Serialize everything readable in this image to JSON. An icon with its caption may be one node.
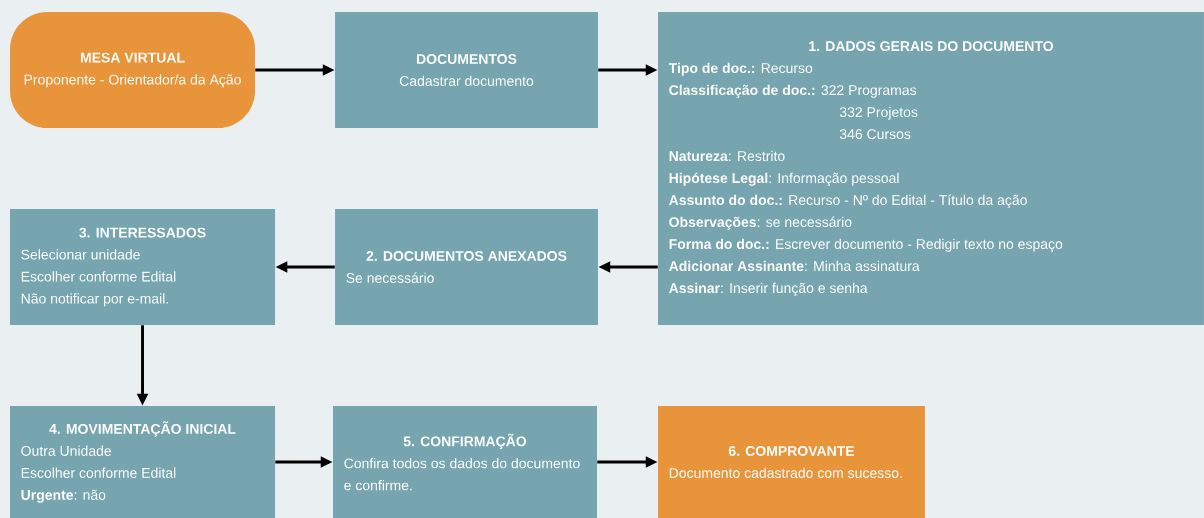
{
  "diagram": {
    "nodes": [
      {
        "text": [
          "MESA VIRTUAL",
          "Proponente - Orientador/a da Ação"
        ]
      },
      {
        "text": [
          "DOCUMENTOS",
          "Cadastrar documento"
        ]
      },
      {
        "text": [
          "1. DADOS GERAIS DO DOCUMENTO",
          "**Tipo de doc.:** Recurso",
          "**Classificação de doc.:** 322 Programas",
          "332 Projetos",
          "346 Cursos",
          "**Natureza**: Restrito",
          "**Hipótese Legal**: Informação pessoal",
          "**Assunto do doc.:** Recurso - Nº do Edital - Título da ação",
          "**Observações**: se necessário",
          "**Forma do doc.:** Escrever documento - Redigir texto no espaço",
          "**Adicionar Assinante**: Minha assinatura",
          "**Assinar**: Inserir função e senha"
        ]
      },
      {
        "text": [
          "2. DOCUMENTOS ANEXADOS",
          "Se necessário"
        ]
      },
      {
        "text": [
          "3. INTERESSADOS",
          "Selecionar unidade",
          "Escolher conforme Edital",
          "Não notificar por e-mail."
        ]
      },
      {
        "text": [
          "4. MOVIMENTAÇÃO INICIAL",
          "Outra Unidade",
          "Escolher conforme Edital",
          "**Urgente**: não"
        ]
      },
      {
        "text": [
          "5. CONFIRMAÇÃO",
          "Confira todos os dados do documento e confirme."
        ]
      },
      {
        "text": [
          "6. COMPROVANTE",
          "Documento cadastrado com sucesso."
        ]
      }
    ],
    "edges": [
      {
        "from": 0,
        "to": 1,
        "arrow": "to"
      },
      {
        "from": 1,
        "to": 2,
        "arrow": "to"
      },
      {
        "from": 2,
        "to": 3,
        "arrow": "to"
      },
      {
        "from": 3,
        "to": 4,
        "arrow": "to"
      },
      {
        "from": 4,
        "to": 5,
        "arrow": "to"
      },
      {
        "from": 5,
        "to": 6,
        "arrow": "to"
      },
      {
        "from": 6,
        "to": 7,
        "arrow": "to"
      }
    ]
  }
}
